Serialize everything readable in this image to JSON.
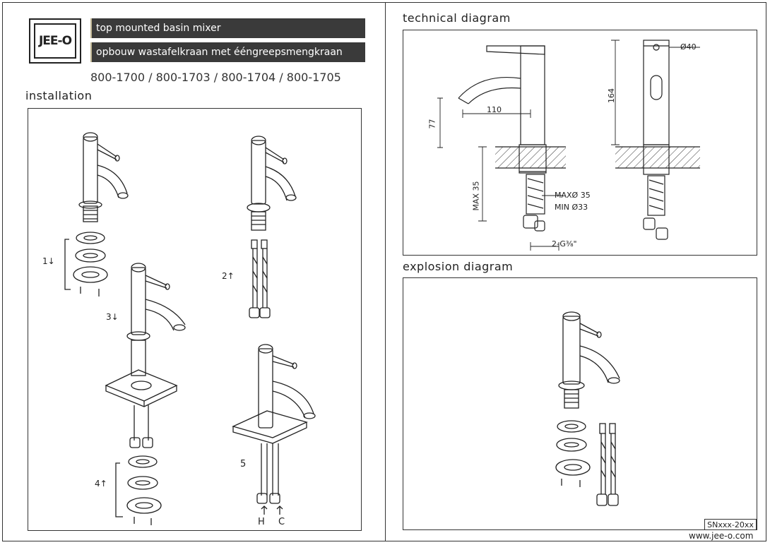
{
  "brand": {
    "logo_text": "JEE-O"
  },
  "header": {
    "title_en": "top mounted basin mixer",
    "title_nl": "opbouw wastafelkraan met ééngreepsmengkraan",
    "models": "800-1700 / 800-1703 / 800-1704 / 800-1705"
  },
  "installation": {
    "heading": "installation",
    "steps": {
      "s1": "1↓",
      "s2": "2↑",
      "s3": "3↓",
      "s4": "4↑",
      "s5": "5",
      "hot": "H",
      "cold": "C"
    }
  },
  "technical": {
    "heading": "technical diagram",
    "dims": {
      "d110": "110",
      "d77": "77",
      "d164": "164",
      "dia40": "Ø40",
      "max35": "MAX 35",
      "maxdia": "MAXØ 35",
      "mindia": "MIN Ø33",
      "thread": "2-G⅜\""
    }
  },
  "explosion": {
    "heading": "explosion  diagram"
  },
  "footer": {
    "code": "SNxxx-20xx",
    "url": "www.jee-o.com"
  }
}
